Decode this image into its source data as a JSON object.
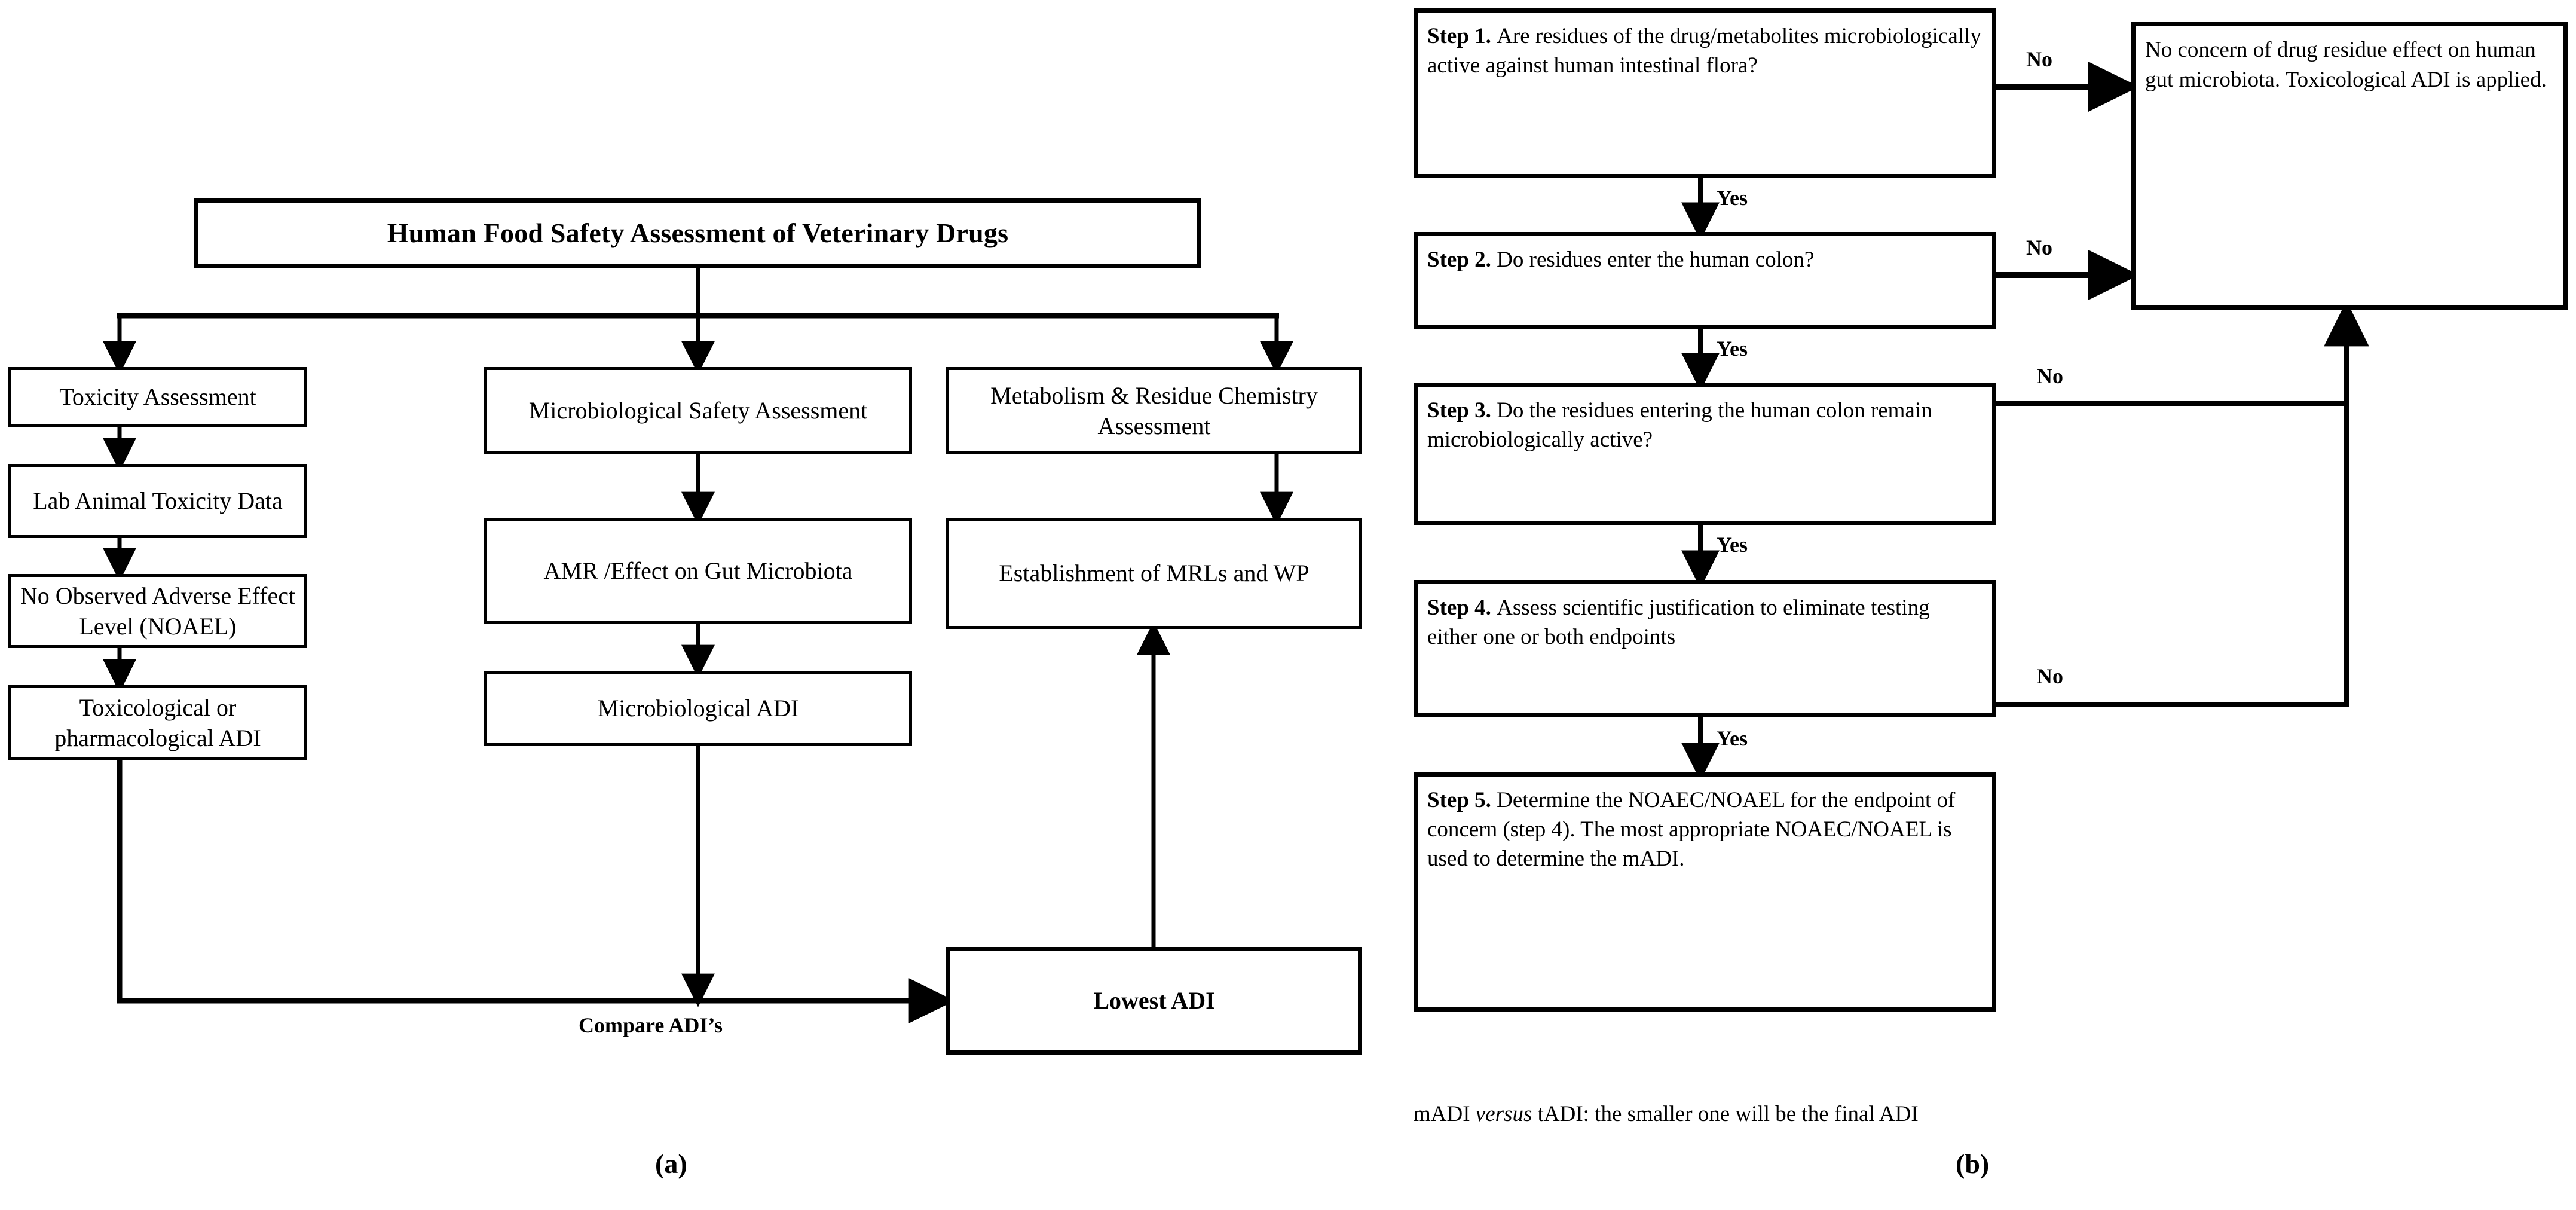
{
  "figure": {
    "panel_a_label": "(a)",
    "panel_b_label": "(b)"
  },
  "panel_a": {
    "title": "Human Food Safety Assessment of Veterinary Drugs",
    "columns": [
      {
        "name": "toxicity",
        "nodes": [
          "Toxicity Assessment",
          "Lab Animal Toxicity Data",
          "No Observed Adverse Effect Level (NOAEL)",
          "Toxicological or pharmacological ADI"
        ]
      },
      {
        "name": "microbiological",
        "nodes": [
          "Microbiological Safety Assessment",
          "AMR /Effect on Gut Microbiota",
          "Microbiological ADI"
        ]
      },
      {
        "name": "metabolism",
        "nodes": [
          "Metabolism & Residue Chemistry Assessment",
          "Establishment of MRLs and WP"
        ]
      }
    ],
    "compare_label": "Compare ADI’s",
    "lowest_adi": "Lowest ADI"
  },
  "panel_b": {
    "steps": [
      {
        "num": "Step 1.",
        "text": "Are residues of the drug/metabolites microbiologically active against human intestinal flora?"
      },
      {
        "num": "Step 2.",
        "text": "Do residues enter the human colon?"
      },
      {
        "num": "Step 3.",
        "text": "Do the residues entering the human colon remain microbiologically active?"
      },
      {
        "num": "Step 4.",
        "text": "Assess scientific justification to eliminate testing either one or both endpoints"
      },
      {
        "num": "Step 5.",
        "text": "Determine the NOAEC/NOAEL for the endpoint of concern (step 4).  The most appropriate NOAEC/NOAEL is used to determine the mADI."
      }
    ],
    "outcome": "No concern of drug residue effect on human gut microbiota. Toxicological ADI is applied.",
    "edge_labels": {
      "no": "No",
      "yes": "Yes"
    },
    "footnote_prefix": "mADI ",
    "footnote_italic": "versus",
    "footnote_suffix": " tADI: the smaller one will be the final ADI"
  },
  "colors": {
    "stroke": "#000000",
    "background": "#ffffff"
  }
}
